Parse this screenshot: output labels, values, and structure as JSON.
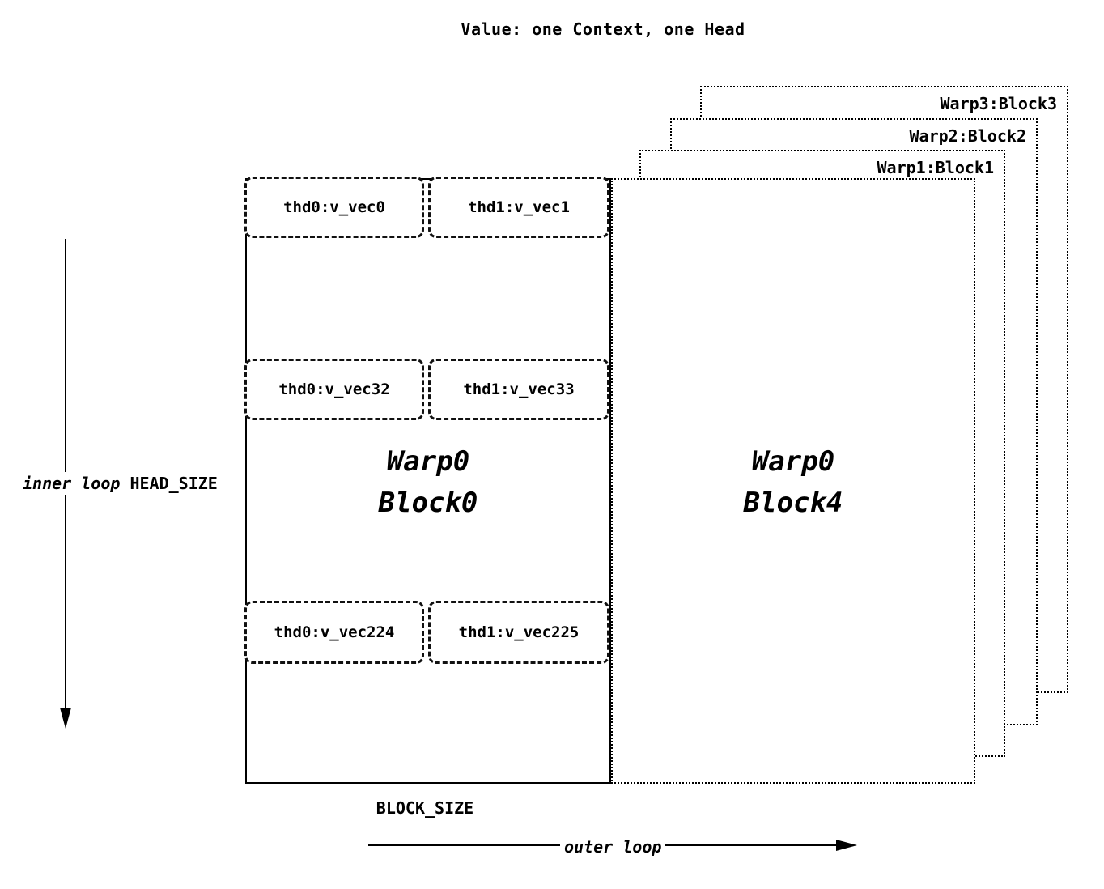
{
  "title": "Value: one Context, one Head",
  "diagram": {
    "main_block": {
      "label_line1": "Warp0",
      "label_line2": "Block0",
      "thread_rows": [
        {
          "left": "thd0:v_vec0",
          "right": "thd1:v_vec1"
        },
        {
          "left": "thd0:v_vec32",
          "right": "thd1:v_vec33"
        },
        {
          "left": "thd0:v_vec224",
          "right": "thd1:v_vec225"
        }
      ]
    },
    "front_block": {
      "label_line1": "Warp0",
      "label_line2": "Block4"
    },
    "stacked_blocks": [
      {
        "label": "Warp1:Block1"
      },
      {
        "label": "Warp2:Block2"
      },
      {
        "label": "Warp3:Block3"
      }
    ],
    "axes": {
      "inner_loop_label": "inner loop",
      "inner_loop_var": "HEAD_SIZE",
      "block_size_label": "BLOCK_SIZE",
      "outer_loop_label": "outer loop"
    }
  },
  "colors": {
    "ink": "#000000",
    "background": "#ffffff"
  }
}
